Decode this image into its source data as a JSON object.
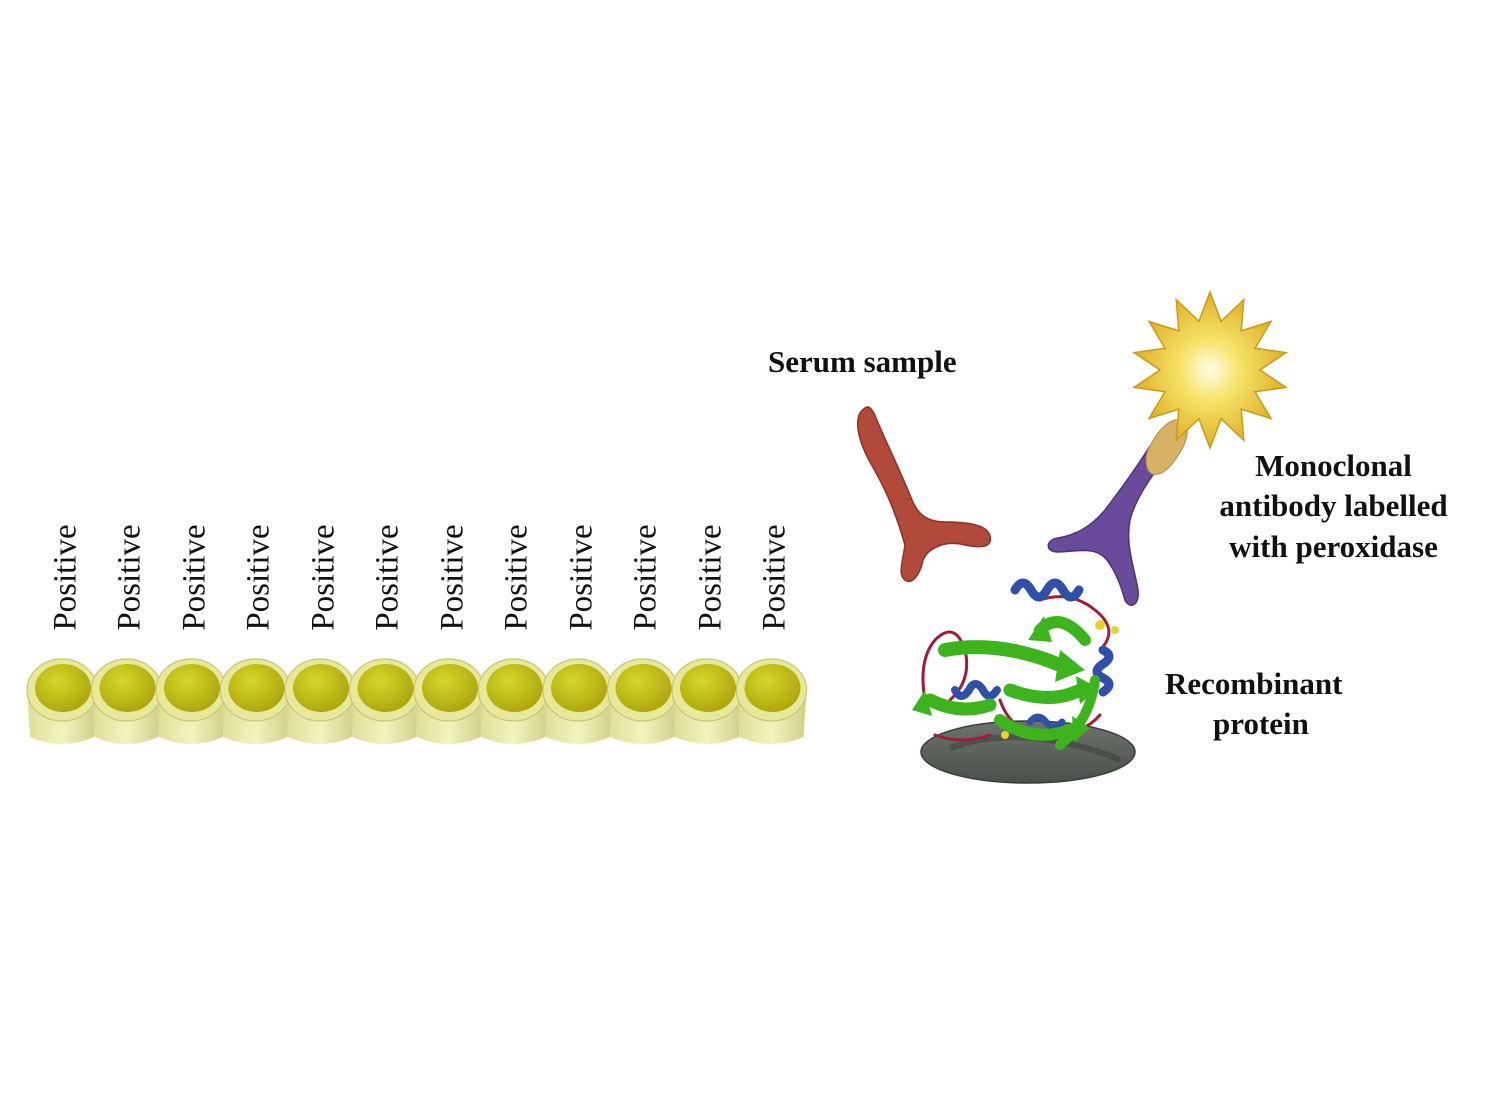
{
  "wells": {
    "labels": [
      "Positive",
      "Positive",
      "Positive",
      "Positive",
      "Positive",
      "Positive",
      "Positive",
      "Positive",
      "Positive",
      "Positive",
      "Positive",
      "Positive"
    ],
    "fill_color": "#c8c414",
    "rim_color": "#e8e89a"
  },
  "labels": {
    "serum": "Serum sample",
    "mab_line1": "Monoclonal",
    "mab_line2": "antibody labelled",
    "mab_line3": "with peroxidase",
    "recombinant_line1": "Recombinant",
    "recombinant_line2": "protein"
  },
  "colors": {
    "serum_antibody": "#b24a3c",
    "monoclonal_antibody": "#6a4a9a",
    "peroxidase": "#f3d43a",
    "protein_sheet": "#3db41e",
    "protein_helix": "#2f4fa8",
    "protein_loop": "#a31b3a",
    "plate": "#5c625c"
  }
}
